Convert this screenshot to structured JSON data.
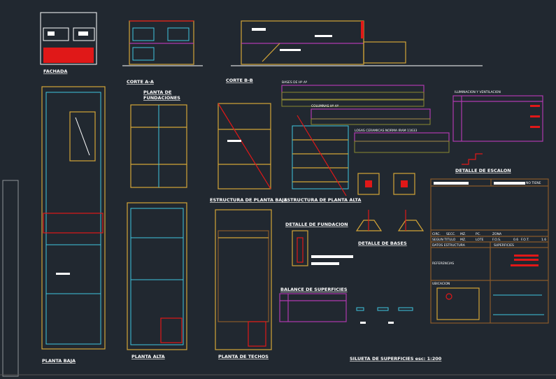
{
  "drawing": {
    "labels": {
      "fachada": "FACHADA",
      "corte_aa": "CORTE A-A",
      "corte_bb": "CORTE B-B",
      "planta_fundaciones_1": "PLANTA DE",
      "planta_fundaciones_2": "FUNDACIONES",
      "bases": "BASES DE Hº Aº",
      "columnas": "COLUMNAS Hº Aº",
      "losas": "LOSAS CERAMICAS NORMA IRAM 11633",
      "iluminacion": "ILUMINACION Y VENTILACION",
      "detalle_escalon": "DETALLE DE ESCALON",
      "estructura_pb": "ESTRUCTURA DE PLANTA BAJA",
      "estructura_pa": "ESTRUCTURA DE PLANTA ALTA",
      "detalle_fundacion": "DETALLE DE FUNDACION",
      "detalle_bases": "DETALLE DE BASES",
      "balance": "BALANCE DE SUPERFICIES",
      "silueta": "SILUETA DE SUPERFICIES esc: 1:200",
      "planta_baja": "PLANTA BAJA",
      "planta_alta": "PLANTA ALTA",
      "planta_techos": "PLANTA DE TECHOS"
    },
    "title_block": {
      "no_tiene": "NO TIENE",
      "circ": "CIRC.",
      "secc": "SECC.",
      "mz": "MZ.",
      "pc": "PC.",
      "zona": "ZONA",
      "segun_titulo": "SEGUN TITULO",
      "mz2": "MZ.",
      "lote": "LOTE",
      "fos": "F.O.S.",
      "fos_val": "0.6",
      "fot": "F.O.T.",
      "fot_val": "1.6",
      "datos_estructura": "DATOS ESTRUCTURA",
      "superficies": "SUPERFICIES",
      "referencias": "REFERENCIAS",
      "ubicacion": "UBICACION"
    }
  }
}
